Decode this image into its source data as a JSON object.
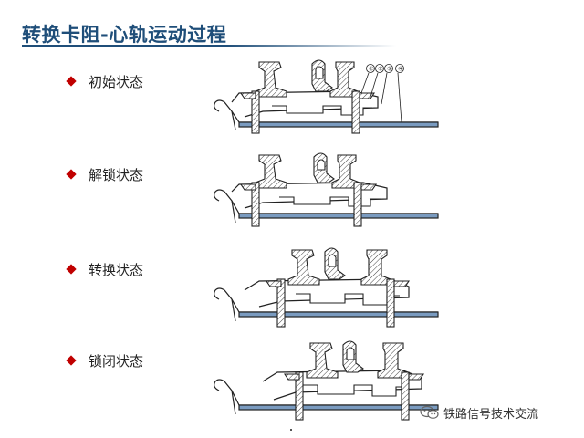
{
  "title": "转换卡阻-心轨运动过程",
  "callouts": [
    "①",
    "②",
    "③",
    "④"
  ],
  "states": [
    {
      "label": "初始状态"
    },
    {
      "label": "解锁状态"
    },
    {
      "label": "转换状态"
    },
    {
      "label": "锁闭状态"
    }
  ],
  "watermark": {
    "text": "铁路信号技术交流",
    "icon": "wechat-icon"
  },
  "colors": {
    "title": "#1f4e79",
    "bullet": "#c00000",
    "rail_section": "#7a9bc0"
  }
}
